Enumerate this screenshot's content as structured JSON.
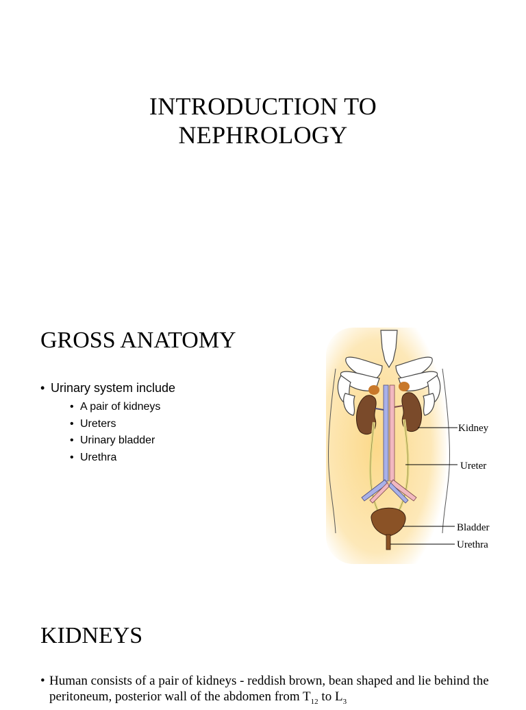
{
  "slides": [
    {
      "title_line1": "INTRODUCTION TO",
      "title_line2": "NEPHROLOGY"
    },
    {
      "heading": "GROSS ANATOMY",
      "bullet": "Urinary system include",
      "sub_bullets": [
        "A pair of kidneys",
        "Ureters",
        "Urinary bladder",
        "Urethra"
      ],
      "figure_labels": {
        "kidney": "Kidney",
        "ureter": "Ureter",
        "bladder": "Bladder",
        "urethra": "Urethra"
      },
      "colors": {
        "body_glow": "#fde8b0",
        "kidney": "#7a4a2a",
        "adrenal": "#c8782a",
        "vein": "#a8b0e8",
        "artery": "#f2b8c0",
        "ureter": "#e8dc8a"
      }
    },
    {
      "heading": "KIDNEYS",
      "paragraph_part1": "Human consists of a pair of kidneys - reddish brown, bean shaped and lie behind the peritoneum, posterior wall of the abdomen from T",
      "sub_t": "12",
      "paragraph_part2": " to L",
      "sub_l": "3"
    }
  ]
}
